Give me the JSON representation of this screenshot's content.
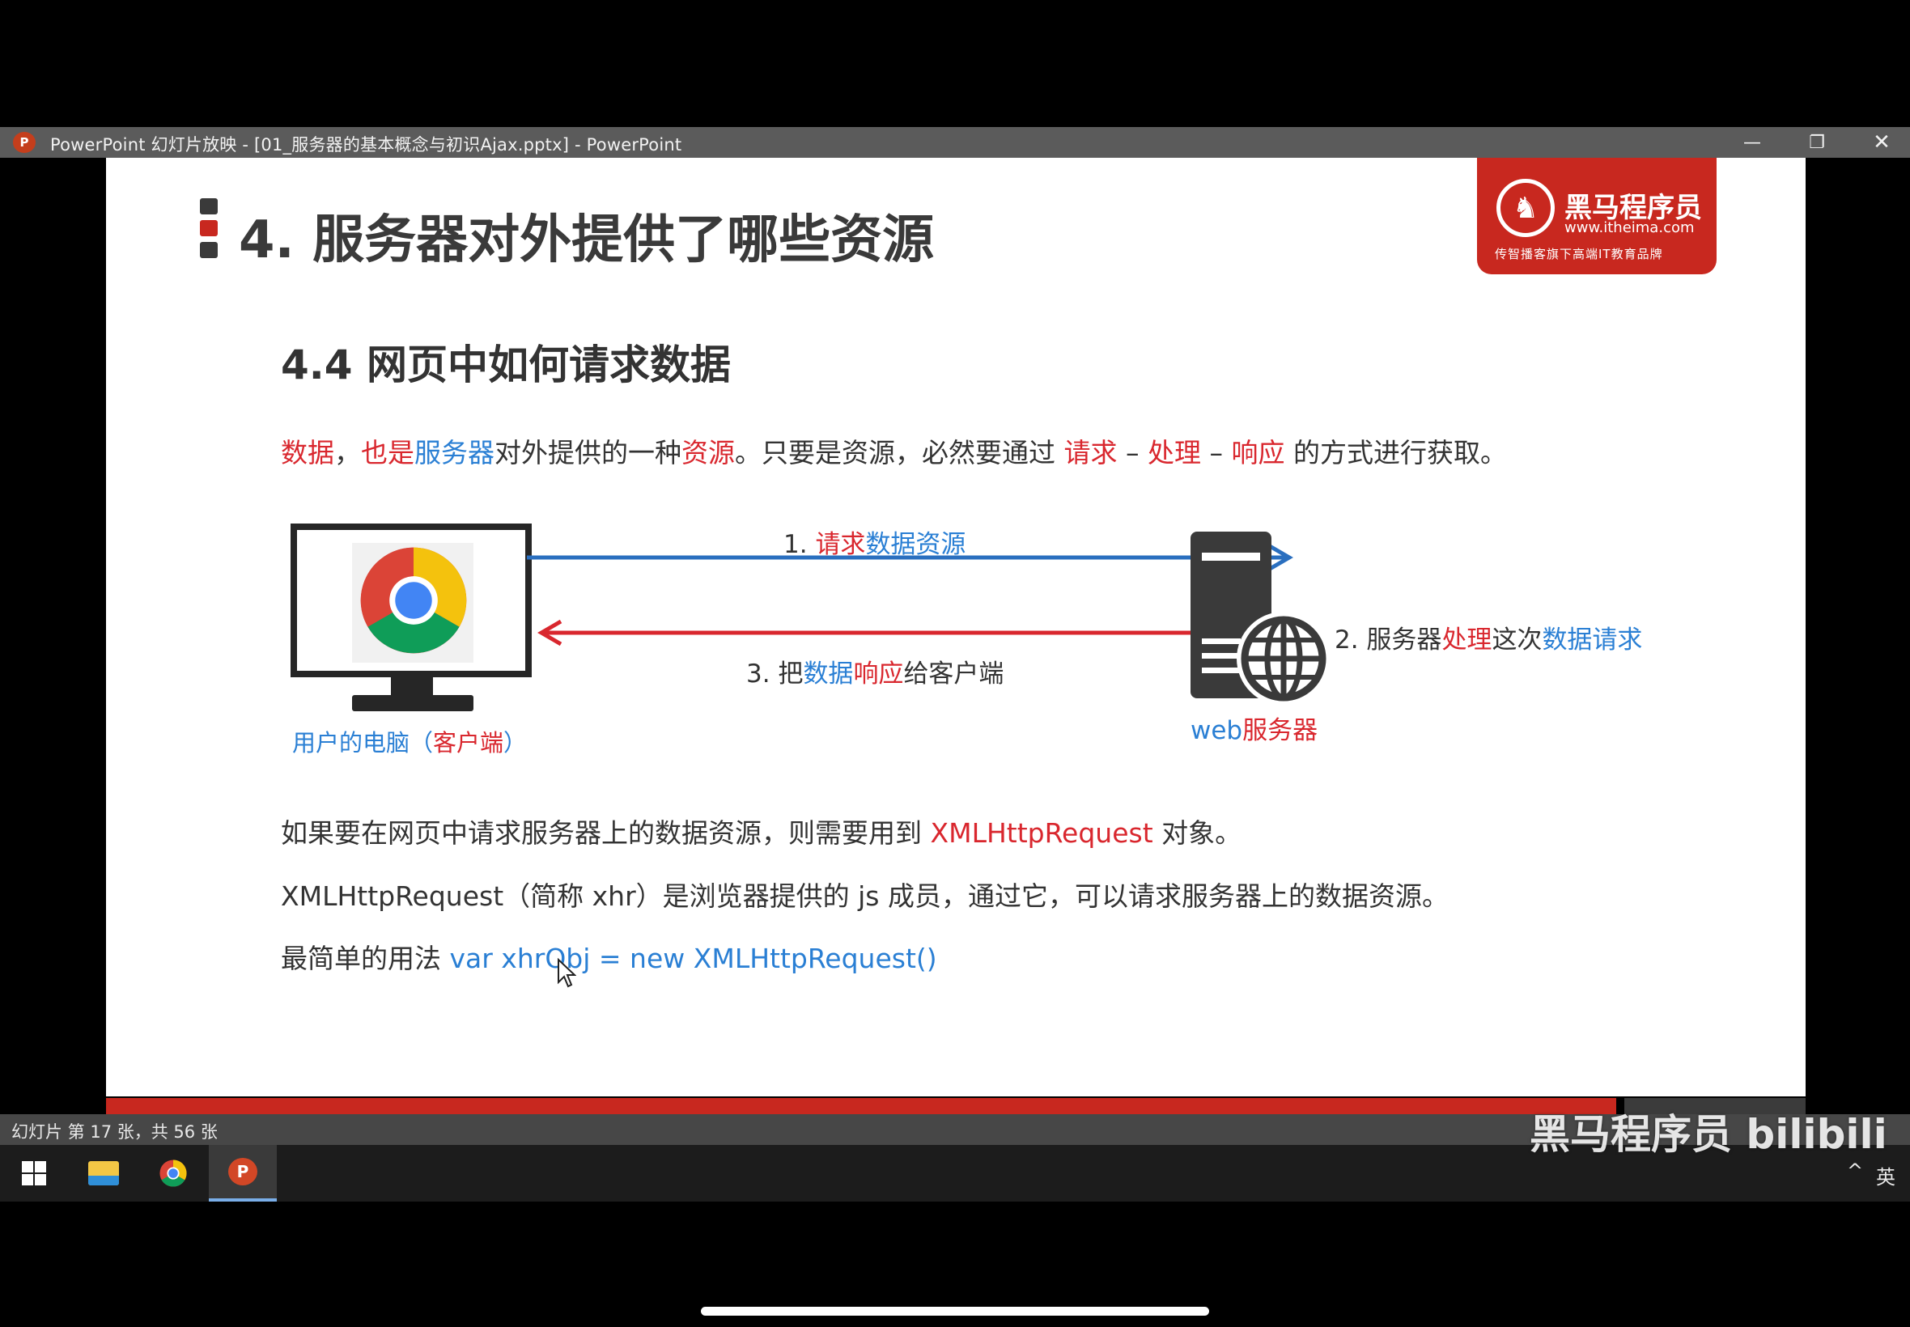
{
  "window": {
    "app_icon": "P",
    "title": "PowerPoint 幻灯片放映 - [01_服务器的基本概念与初识Ajax.pptx] - PowerPoint",
    "controls": {
      "minimize": "—",
      "restore": "❐",
      "close": "✕"
    }
  },
  "slide": {
    "title": "4. 服务器对外提供了哪些资源",
    "brand": {
      "name": "黑马程序员",
      "url": "www.itheima.com",
      "slogan": "传智播客旗下高端IT教育品牌"
    },
    "subtitle": "4.4 网页中如何请求数据",
    "intro": {
      "p1": "数据",
      "p2": "，",
      "p3": "也是",
      "p4": "服务器",
      "p5": "对外提供的一种",
      "p6": "资源",
      "p7": "。只要是资源，必然要通过 ",
      "p8": "请求",
      "p9": " – ",
      "p10": "处理",
      "p11": " – ",
      "p12": "响应",
      "p13": " 的方式进行获取。"
    },
    "diagram": {
      "request": {
        "num": "1. ",
        "a": "请求",
        "b": "数据资源"
      },
      "process": {
        "num": "2. 服务器",
        "a": "处理",
        "b": "这次",
        "c": "数据请求"
      },
      "response": {
        "num": "3. 把",
        "a": "数据",
        "b": "响应",
        "c": "给客户端"
      },
      "client": {
        "a": "用户的电脑（",
        "b": "客户端",
        "c": "）"
      },
      "server": {
        "a": "web",
        "b": "服务器"
      },
      "colors": {
        "request_arrow": "#2a6fbf",
        "response_arrow": "#d9272e"
      }
    },
    "line1": {
      "a": "如果要在网页中请求服务器上的数据资源，则需要用到 ",
      "b": "XMLHttpRequest",
      "c": " 对象。"
    },
    "line2": "XMLHttpRequest（简称 xhr）是浏览器提供的 js 成员，通过它，可以请求服务器上的数据资源。",
    "line3": {
      "a": "最简单的用法 ",
      "b": "var xhrObj = new XMLHttpRequest()"
    }
  },
  "statusbar": {
    "slide_count": "幻灯片 第 17 张，共 56 张"
  },
  "taskbar": {
    "items": [
      "windows-start",
      "file-explorer",
      "chrome",
      "powerpoint"
    ],
    "ppt_label": "P",
    "tray_chevron": "^",
    "ime": "英"
  },
  "watermark": "黑马程序员 bilibili"
}
